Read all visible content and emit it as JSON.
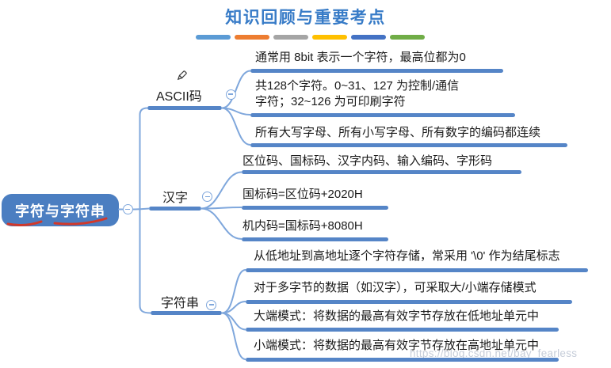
{
  "title": "知识回顾与重要考点",
  "divider_colors": [
    "#5B9BD5",
    "#ED7D31",
    "#A5A5A5",
    "#FFC000",
    "#4472C4",
    "#70AD47"
  ],
  "root": {
    "label": "字符与字符串"
  },
  "branches": [
    {
      "label": "ASCII码",
      "leaves": [
        "通常用 8bit 表示一个字符，最高位都为0",
        "共128个字符。0~31、127 为控制/通信\n字符；32~126 为可印刷字符",
        "所有大写字母、所有小写字母、所有数字的编码都连续"
      ]
    },
    {
      "label": "汉字",
      "leaves": [
        "区位码、国标码、汉字内码、输入编码、字形码",
        "国标码=区位码+2020H",
        "机内码=国标码+8080H"
      ]
    },
    {
      "label": "字符串",
      "leaves": [
        "从低地址到高地址逐个字符存储，常采用 '\\0' 作为结尾标志",
        "对于多字节的数据（如汉字），可采取大/小端存储模式",
        "大端模式：将数据的最高有效字节存放在低地址单元中",
        "小端模式：将数据的最高有效字节存放在高地址单元中"
      ]
    }
  ],
  "watermark": "https://blog.csdn.net/bay_fearless",
  "colors": {
    "title_blue": "#377BC7",
    "node_blue": "#4B7EC1",
    "line_blue": "#5585C7",
    "curve_blue": "#7FA7DC",
    "annotation_red": "#D2382A",
    "watermark_gray": "#C6CDD9"
  }
}
